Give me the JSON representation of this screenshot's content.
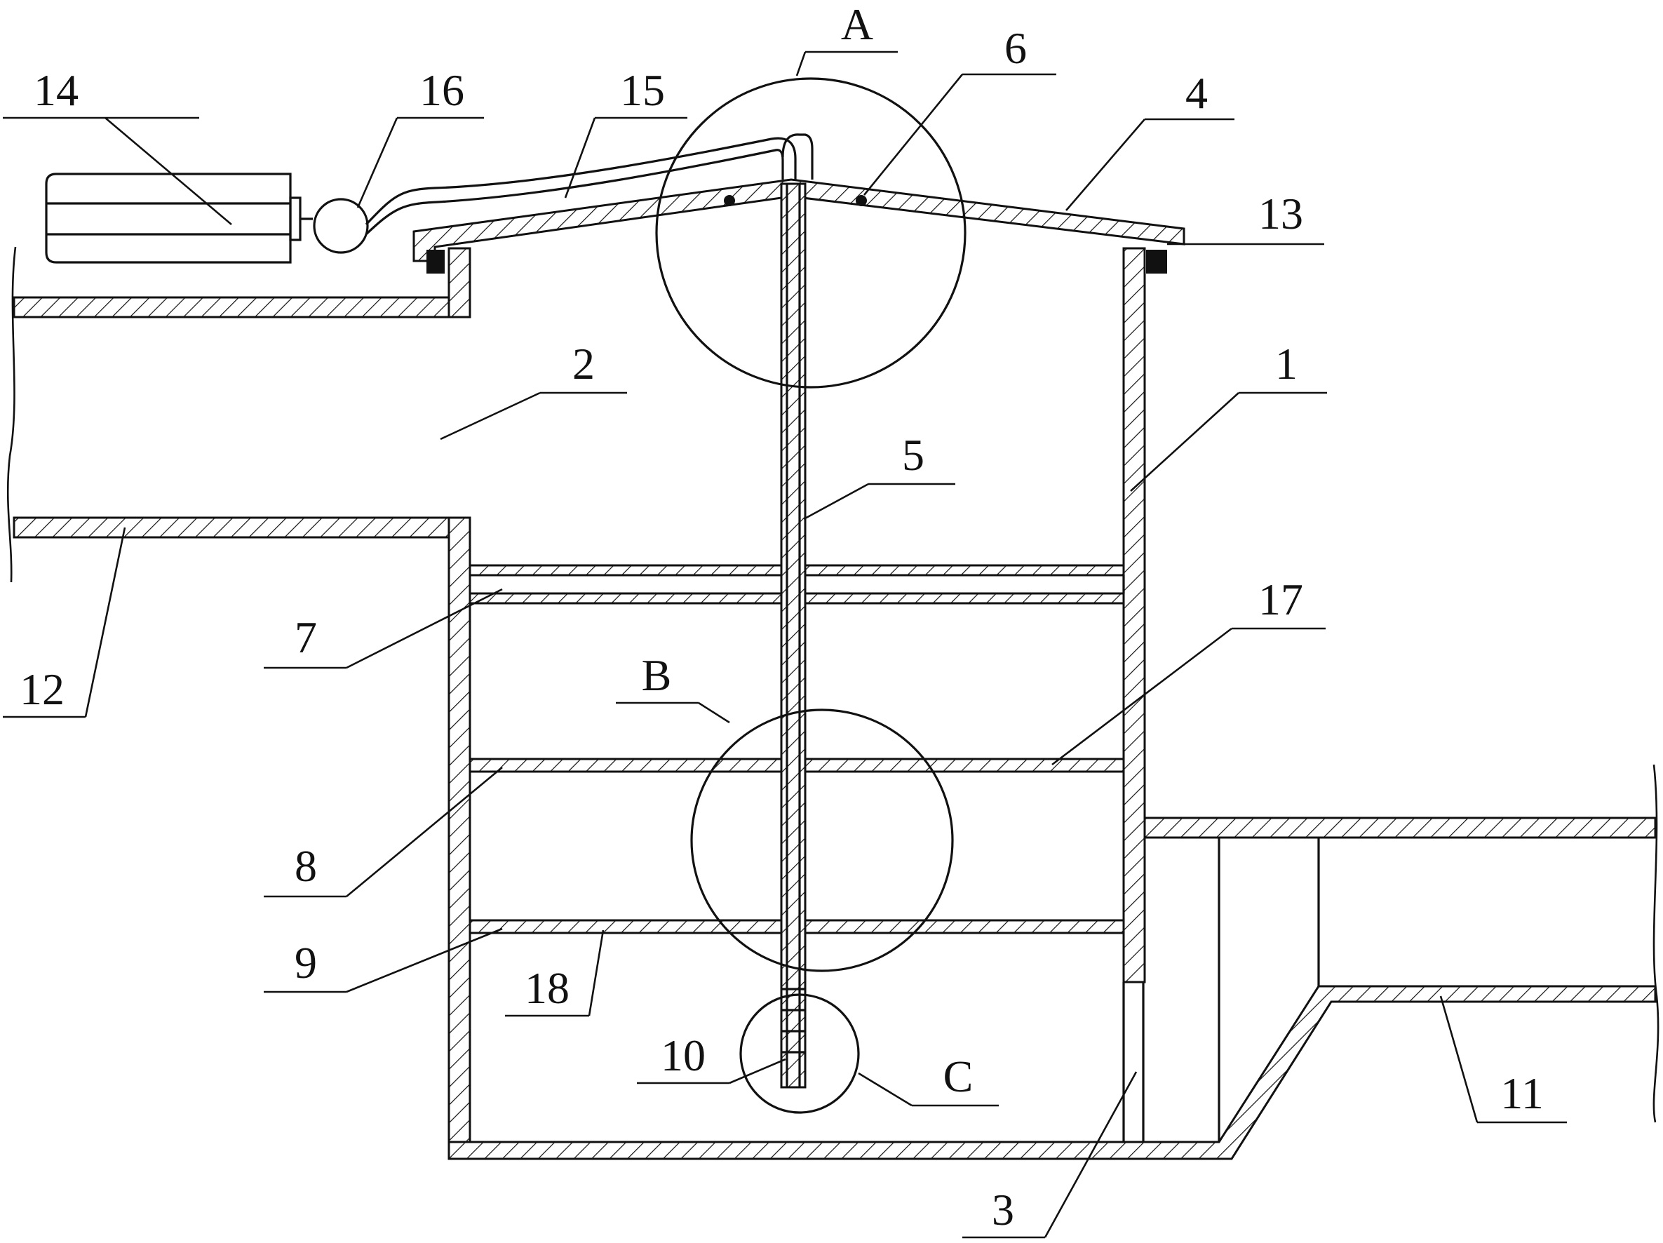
{
  "labels": {
    "l1": "1",
    "l2": "2",
    "l3": "3",
    "l4": "4",
    "l5": "5",
    "l6": "6",
    "l7": "7",
    "l8": "8",
    "l9": "9",
    "l10": "10",
    "l11": "11",
    "l12": "12",
    "l13": "13",
    "l14": "14",
    "l15": "15",
    "l16": "16",
    "l17": "17",
    "l18": "18",
    "lA": "A",
    "lB": "B",
    "lC": "C"
  },
  "colors": {
    "ink": "#111111",
    "paper": "#ffffff"
  }
}
